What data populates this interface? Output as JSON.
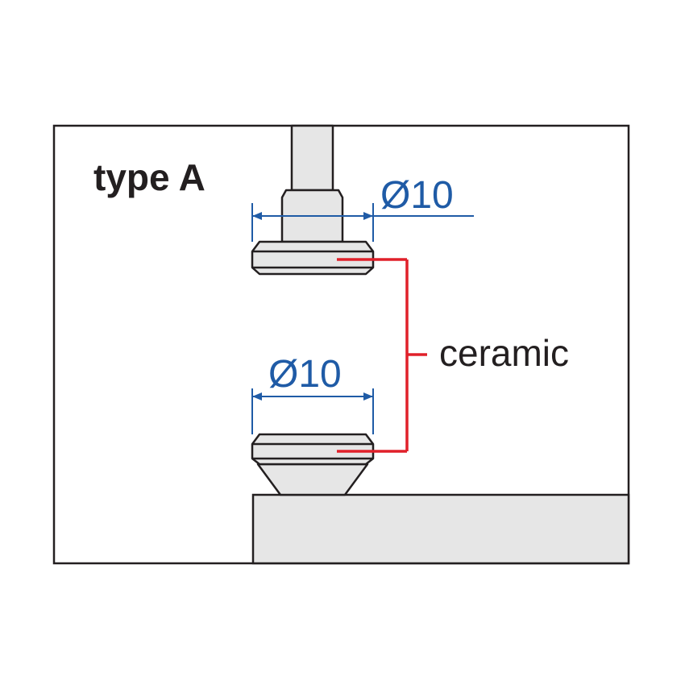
{
  "title": "type A",
  "upper_dimension": "Ø10",
  "lower_dimension": "Ø10",
  "material_label": "ceramic",
  "colors": {
    "outline": "#231f20",
    "part_fill": "#e6e6e6",
    "dimension": "#1f5ba6",
    "callout": "#e0202a",
    "text": "#231f20",
    "background": "#ffffff"
  }
}
